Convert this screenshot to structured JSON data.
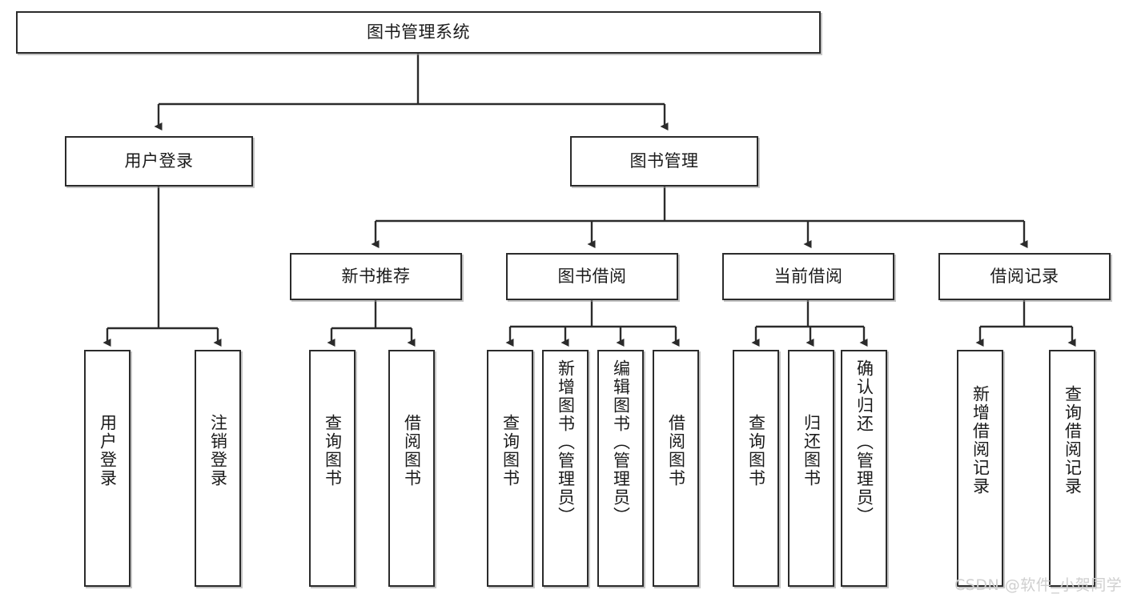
{
  "diagram": {
    "type": "tree",
    "title": "图书管理系统",
    "root": {
      "label": "图书管理系统"
    },
    "level2": [
      {
        "label": "用户登录"
      },
      {
        "label": "图书管理"
      }
    ],
    "level3": [
      {
        "label": "新书推荐"
      },
      {
        "label": "图书借阅"
      },
      {
        "label": "当前借阅"
      },
      {
        "label": "借阅记录"
      }
    ],
    "leaves": {
      "user_login": [
        {
          "label": "用户登录"
        },
        {
          "label": "注销登录"
        }
      ],
      "new_book": [
        {
          "label": "查询图书"
        },
        {
          "label": "借阅图书"
        }
      ],
      "borrow_book": [
        {
          "label": "查询图书"
        },
        {
          "label": "新增图书（管理员）"
        },
        {
          "label": "编辑图书（管理员）"
        },
        {
          "label": "借阅图书"
        }
      ],
      "current_borrow": [
        {
          "label": "查询图书"
        },
        {
          "label": "归还图书"
        },
        {
          "label": "确认归还（管理员）"
        }
      ],
      "borrow_record": [
        {
          "label": "新增借阅记录"
        },
        {
          "label": "查询借阅记录"
        }
      ]
    },
    "watermark": "CSDN @软件_小贺同学",
    "colors": {
      "border": "#2b2b2b",
      "text": "#1b1b1b",
      "background": "#ffffff",
      "watermark": "#cfcfcf"
    }
  }
}
